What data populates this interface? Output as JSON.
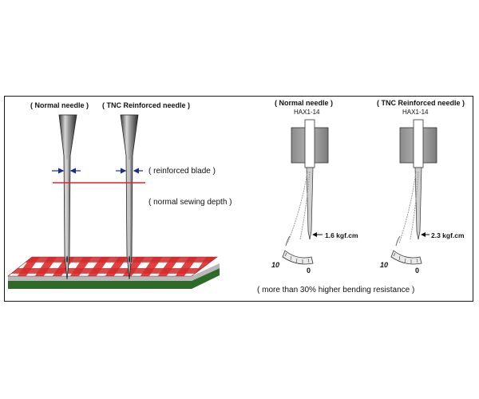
{
  "left_panel": {
    "normal_needle_label": "( Normal needle )",
    "tnc_needle_label": "( TNC Reinforced needle )",
    "reinforced_blade_label": "( reinforced blade )",
    "sewing_depth_label": "( normal sewing depth )"
  },
  "right_panel": {
    "normal": {
      "title": "( Normal needle )",
      "model": "HAX1-14",
      "force": "1.6 kgf.cm",
      "scale_min": "0",
      "scale_max": "10"
    },
    "tnc": {
      "title": "( TNC Reinforced needle )",
      "model": "HAX1-14",
      "force": "2.3 kgf.cm",
      "scale_min": "0",
      "scale_max": "10"
    },
    "caption": "( more than 30% higher bending resistance )"
  },
  "colors": {
    "depth_line": "#e8202a",
    "fabric_red": "#d42a2a",
    "fabric_base": "#4a8a3a",
    "arrow_blue": "#1a2a9a"
  }
}
